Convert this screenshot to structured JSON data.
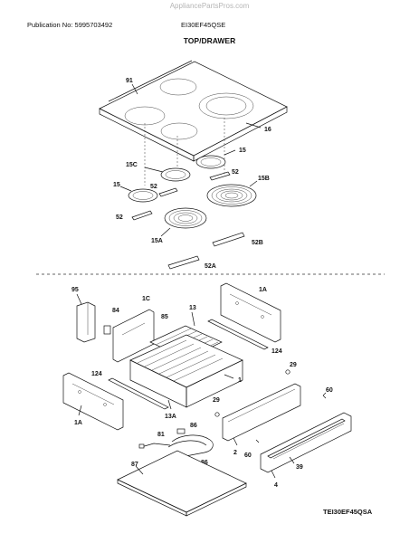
{
  "watermark": "AppliancePartsPros.com",
  "header": {
    "publication": "Publication No: 5995703492",
    "model": "EI30EF45QSE"
  },
  "section_title": "TOP/DRAWER",
  "footer_code": "TEI30EF45QSA",
  "callouts": {
    "cooktop": "91",
    "cooktop_frame": "16",
    "element_rear_right": "15",
    "element_center": "15C",
    "element_rear_left": "15",
    "element_large": "15B",
    "element_front_left": "15A",
    "bracket_1": "52",
    "bracket_2": "52",
    "bracket_3": "52",
    "bracket_b": "52B",
    "bracket_a": "52A",
    "shield": "95",
    "side_panel_left_top": "1C",
    "side_panel_right_top": "1A",
    "side_panel_left_bottom": "1A",
    "clip": "84",
    "rack": "85",
    "drawer_rack": "13",
    "drawer_rack_slide": "13A",
    "drawer_body": "1",
    "rail_right": "124",
    "rail_left": "124",
    "screw_right": "29",
    "screw_center": "29",
    "drawer_front": "2",
    "gasket": "60",
    "gasket_handle": "60",
    "handle": "39",
    "handle_panel": "4",
    "element_drawer": "86",
    "element_drawer_2": "86",
    "wire_harness": "81",
    "bottom_panel": "87"
  }
}
